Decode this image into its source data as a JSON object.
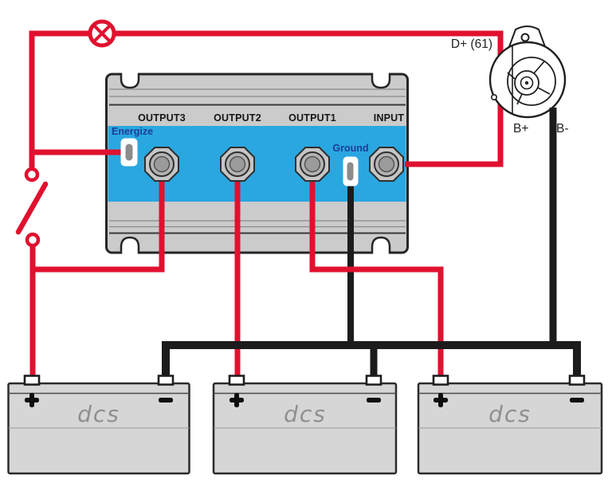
{
  "colors": {
    "wire_red": "#E0112F",
    "wire_black": "#1C1C1C",
    "band_blue": "#2AA7E0",
    "label_navy": "#1C3E94",
    "isolator_gray": "#CBCBCB",
    "battery_gray": "#D6D6D6",
    "logo_gray": "#8F8F8F"
  },
  "isolator": {
    "terminal_labels": [
      "OUTPUT3",
      "OUTPUT2",
      "OUTPUT1",
      "INPUT"
    ],
    "energize_label": "Energize",
    "ground_label": "Ground"
  },
  "alternator": {
    "dplus_label": "D+ (61)",
    "bplus_label": "B+",
    "bminus_label": "B-"
  },
  "batteries": [
    {
      "brand": "dcs",
      "positive_symbol": "+",
      "negative_symbol": "−"
    },
    {
      "brand": "dcs",
      "positive_symbol": "+",
      "negative_symbol": "−"
    },
    {
      "brand": "dcs",
      "positive_symbol": "+",
      "negative_symbol": "−"
    }
  ]
}
